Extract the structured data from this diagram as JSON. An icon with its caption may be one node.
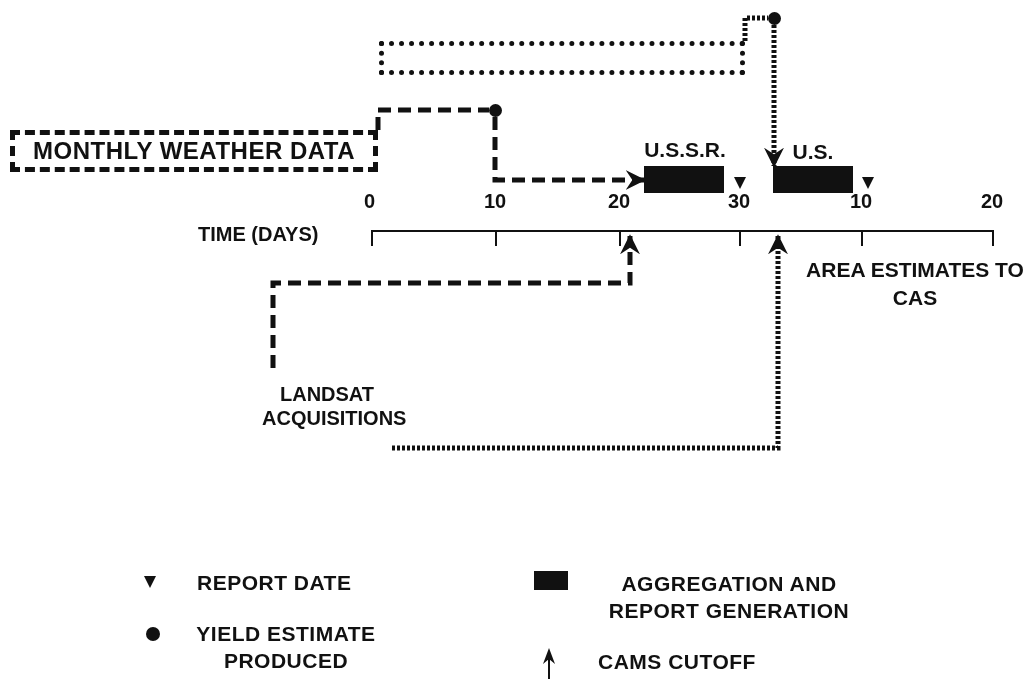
{
  "diagram": {
    "nodes": [
      {
        "text": [
          "MONTHLY WEATHER DATA"
        ]
      },
      {
        "text": [],
        "shape": "circle"
      },
      {
        "text": [
          "U.S.S.R."
        ]
      },
      {
        "text": [],
        "shape": "circle"
      },
      {
        "text": [
          "U.S."
        ]
      },
      {
        "text": [
          "LANDSAT ACQUISITIONS"
        ]
      },
      {
        "text": [],
        "shape": "box"
      }
    ],
    "edges": [
      {
        "from": 0,
        "to": 1,
        "arrow": "none",
        "style": "dashed"
      },
      {
        "from": 1,
        "to": 2,
        "arrow": "to",
        "style": "dashed"
      },
      {
        "from": 6,
        "to": 3,
        "arrow": "none"
      },
      {
        "from": 3,
        "to": 4,
        "arrow": "to"
      },
      {
        "from": 5,
        "to": null,
        "arrow": "to",
        "style": "dashed"
      },
      {
        "from": 5,
        "to": null,
        "arrow": "to"
      }
    ],
    "labels": [
      "0",
      "10",
      "20",
      "30",
      "10",
      "20",
      "TIME (DAYS)",
      "AREA ESTIMATES TO CAS"
    ],
    "legend": [
      {
        "text": "REPORT DATE"
      },
      {
        "text": "YIELD ESTIMATE PRODUCED"
      },
      {
        "text": "AGGREGATION AND REPORT GENERATION",
        "color": "#111111"
      },
      {
        "text": "CAMS CUTOFF"
      }
    ]
  }
}
